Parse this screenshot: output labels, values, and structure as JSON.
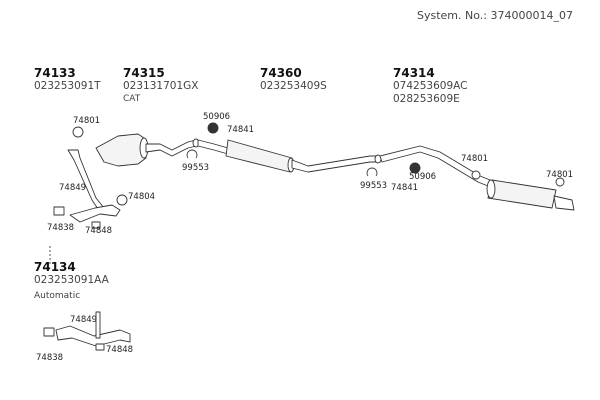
{
  "header": {
    "system_number": "System. No.: 374000014_07"
  },
  "assemblies": [
    {
      "part": "74133",
      "oem": [
        "023253091T"
      ],
      "note": ""
    },
    {
      "part": "74315",
      "oem": [
        "023131701GX"
      ],
      "note": "CAT"
    },
    {
      "part": "74360",
      "oem": [
        "023253409S"
      ],
      "note": ""
    },
    {
      "part": "74314",
      "oem": [
        "074253609AC",
        "028253609E"
      ],
      "note": ""
    },
    {
      "part": "74134",
      "oem": [
        "023253091AA"
      ],
      "note": "Automatic"
    }
  ],
  "callouts": {
    "hanger_front": "74801",
    "gasket_ring": "74804",
    "bracket_front": "74849",
    "flange_gasket_front": "74838",
    "mount_front": "74848",
    "rubber_ring_1": "50906",
    "hanger_clip_1": "74841",
    "clamp_1": "99553",
    "clamp_2": "99553",
    "hanger_clip_2": "74841",
    "rubber_ring_2": "50906",
    "hanger_rear_1": "74801",
    "hanger_rear_2": "74801",
    "bracket_auto": "74849",
    "flange_gasket_auto": "74838",
    "mount_auto": "74848"
  }
}
